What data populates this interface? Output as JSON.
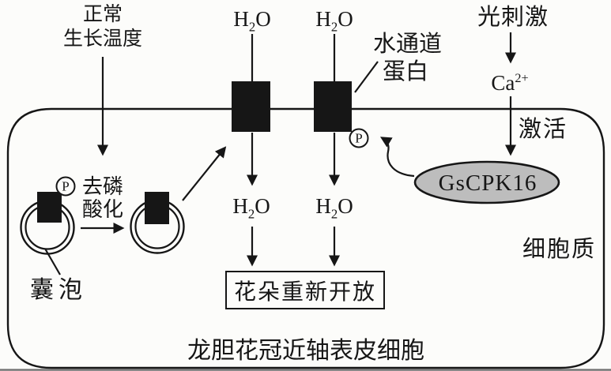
{
  "colors": {
    "ink": "#161616",
    "paper": "#fcfcfa",
    "ellipse_fill": "#bdbdbd",
    "scan_line": "#707070"
  },
  "formulas": {
    "water": {
      "pre": "H",
      "sub": "2",
      "post": "O"
    },
    "calcium": {
      "pre": "Ca",
      "sup": "2+"
    }
  },
  "outside": {
    "normal_temp": {
      "line1": "正常",
      "line2": "生长温度"
    },
    "light_stimulus": "光刺激",
    "aquaporin_label": {
      "line1": "水通道",
      "line2": "蛋白"
    }
  },
  "inside": {
    "activate": "激活",
    "kinase": "GsCPK16",
    "phosphate": "P",
    "dephospho": {
      "line1": "去磷",
      "line2": "酸化"
    },
    "vesicle": "囊泡",
    "cytoplasm": "细胞质",
    "flower_reopen": "花朵重新开放",
    "cell_caption": "龙胆花冠近轴表皮细胞"
  }
}
